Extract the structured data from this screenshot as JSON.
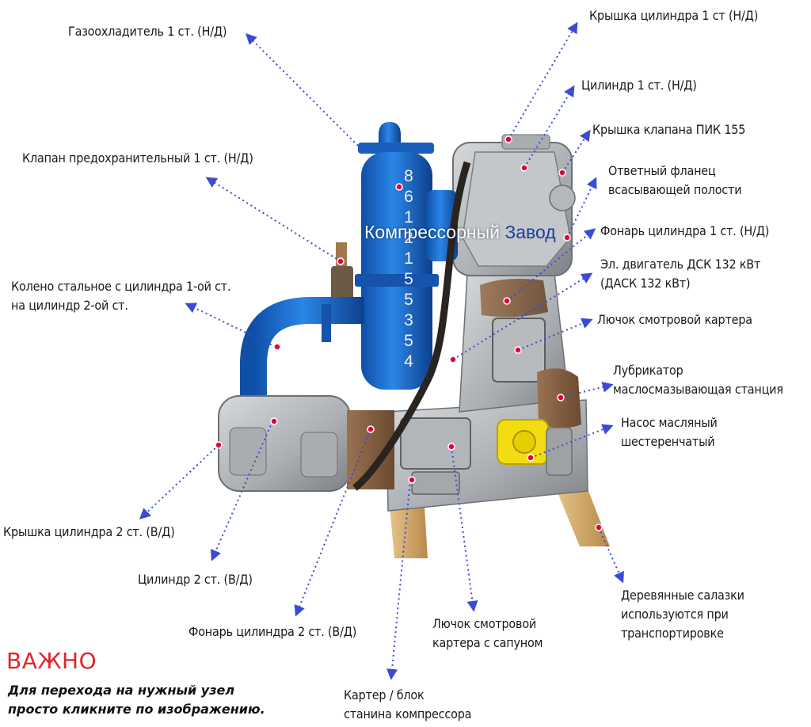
{
  "watermark": {
    "part1": "Компрессорный",
    "part2": "Завод"
  },
  "serial_number": [
    "8",
    "6",
    "1",
    "2",
    "1",
    "5",
    "5",
    "3",
    "5",
    "4"
  ],
  "labels": [
    {
      "lines": [
        "Газоохладитель 1 ст. (Н/Д)"
      ]
    },
    {
      "lines": [
        "Клапан предохранительный 1 ст. (Н/Д)"
      ]
    },
    {
      "lines": [
        "Колено стальное с цилиндра 1-ой ст.",
        "на цилиндр 2-ой ст."
      ]
    },
    {
      "lines": [
        "Крышка цилиндра 2 ст. (В/Д)"
      ]
    },
    {
      "lines": [
        "Цилиндр 2 ст. (В/Д)"
      ]
    },
    {
      "lines": [
        "Фонарь цилиндра 2 ст. (В/Д)"
      ]
    },
    {
      "lines": [
        "Картер / блок",
        "станина компрессора"
      ]
    },
    {
      "lines": [
        "Лючок смотровой",
        "картера с сапуном"
      ]
    },
    {
      "lines": [
        "Деревянные салазки",
        "используются при",
        "транспортировке"
      ]
    },
    {
      "lines": [
        "Насос масляный",
        "шестеренчатый"
      ]
    },
    {
      "lines": [
        "Лубрикатор",
        "маслосмазывающая станция"
      ]
    },
    {
      "lines": [
        "Лючок смотровой картера"
      ]
    },
    {
      "lines": [
        "Эл. двигатель ДСК 132 кВт",
        "(ДАСК 132 кВт)"
      ]
    },
    {
      "lines": [
        "Фонарь цилиндра 1 ст. (Н/Д)"
      ]
    },
    {
      "lines": [
        "Ответный фланец",
        "всасывающей полости"
      ]
    },
    {
      "lines": [
        "Крышка клапана ПИК 155"
      ]
    },
    {
      "lines": [
        "Цилиндр 1 ст. (Н/Д)"
      ]
    },
    {
      "lines": [
        "Крышка цилиндра 1 ст (Н/Д)"
      ]
    }
  ],
  "important": {
    "title": "ВАЖНО",
    "lines": [
      "Для перехода на нужный узел",
      "просто кликните по изображению."
    ]
  },
  "colors": {
    "arrow": "#3a4bd6",
    "marker": "#e3003c",
    "important_title": "#e0242b",
    "blue_parts": "#1e6fd0",
    "grey_body": "#b9bcbf"
  }
}
